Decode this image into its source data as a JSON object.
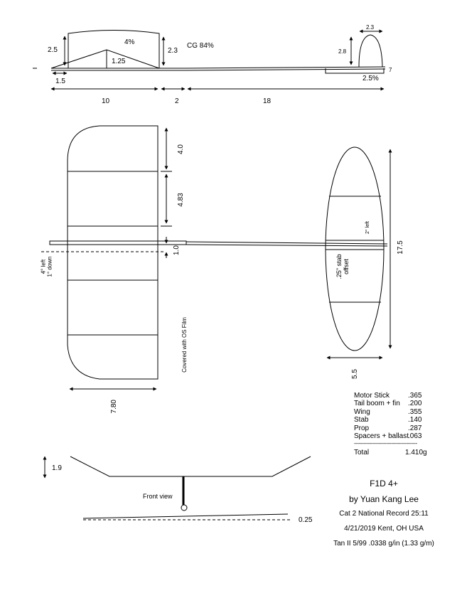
{
  "side_view": {
    "wing_camber": "4%",
    "wing_height": "2.5",
    "spar_height": "1.25",
    "dihedral_rise": "2.3",
    "cg_label": "CG 84%",
    "wing_le_offset": "1.5",
    "fin_height": "2.8",
    "fin_chord": "2.3",
    "stab_camber": "2.5%",
    "tail_mark": "7",
    "dim_wing_chord": "10",
    "dim_gap": "2",
    "dim_tail_moment": "18"
  },
  "plan_view": {
    "wing_panel_center": "4.0",
    "wing_panel_mid": "4.83",
    "wing_offset": "1.0",
    "wing_incidence": "4° left\n1° down",
    "wing_chord": "7.80",
    "covering": "Covered with OS Film",
    "stab_tilt": "2° left",
    "stab_offset": ".25\" stab\noffset",
    "stab_span": "17.5",
    "stab_chord": "5.5"
  },
  "front_view": {
    "dihedral_height": "1.9",
    "label": "Front view",
    "stab_tilt": "0.25"
  },
  "weights": {
    "items": [
      {
        "name": "Motor Stick",
        "value": ".365"
      },
      {
        "name": "Tail boom + fin",
        "value": ".200"
      },
      {
        "name": "Wing",
        "value": ".355"
      },
      {
        "name": "Stab",
        "value": ".140"
      },
      {
        "name": "Prop",
        "value": ".287"
      },
      {
        "name": "Spacers + ballast",
        "value": ".063"
      }
    ],
    "rule": "-----------------------------------------",
    "total_label": "Total",
    "total_value": "1.410g"
  },
  "title_block": {
    "title": "F1D 4+",
    "author": "by Yuan Kang Lee",
    "record": "Cat 2 National Record 25:11",
    "date_place": "4/21/2019 Kent, OH USA",
    "material": "Tan II 5/99 .0338 g/in (1.33 g/m)"
  }
}
